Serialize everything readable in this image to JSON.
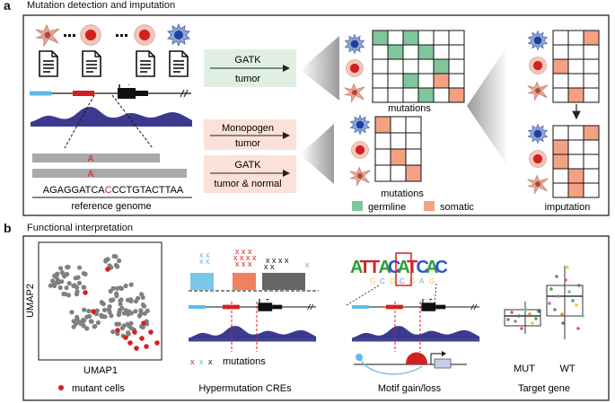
{
  "panel_a": {
    "letter": "a",
    "title": "Mutation detection and imputation",
    "gatk_tumor": {
      "line1": "GATK",
      "line2": "tumor"
    },
    "monopogen": {
      "line1": "Monopogen",
      "line2": "tumor"
    },
    "gatk_tumor_normal": {
      "line1": "GATK",
      "line2": "tumor & normal"
    },
    "mutation_letter": "A",
    "sequence_pre": "AGAGGATCA",
    "sequence_mut": "C",
    "sequence_post": "CCTGTACTTAA",
    "reference_label": "reference genome",
    "mutations_label_top": "mutations",
    "mutations_label_bottom": "mutations",
    "legend": {
      "germline": "germline",
      "somatic": "somatic"
    },
    "imputation_label": "imputation",
    "colors": {
      "germline": "#7fc79a",
      "somatic": "#f4a183",
      "tumor_cell": "#d32020",
      "gatk_box": "#dff0e3",
      "other_box": "#fbe1d8",
      "track": "#3c3a8f"
    }
  },
  "panel_b": {
    "letter": "b",
    "title": "Functional interpretation",
    "umap_y": "UMAP2",
    "umap_x": "UMAP1",
    "mutant_cells": "mutant cells",
    "mutations_label": "mutations",
    "hypermutation": "Hypermutation CREs",
    "motif_letters": [
      "A",
      "T",
      "T",
      "A",
      "C",
      "A",
      "T",
      "C",
      "A",
      "C"
    ],
    "motif": "Motif gain/loss",
    "mut": "MUT",
    "wt": "WT",
    "target": "Target gene",
    "colors": {
      "grey_point": "#808080",
      "mutant_point": "#d42020",
      "light_blue": "#79c7e9",
      "salmon": "#f28060",
      "dark_grey": "#666666"
    }
  }
}
